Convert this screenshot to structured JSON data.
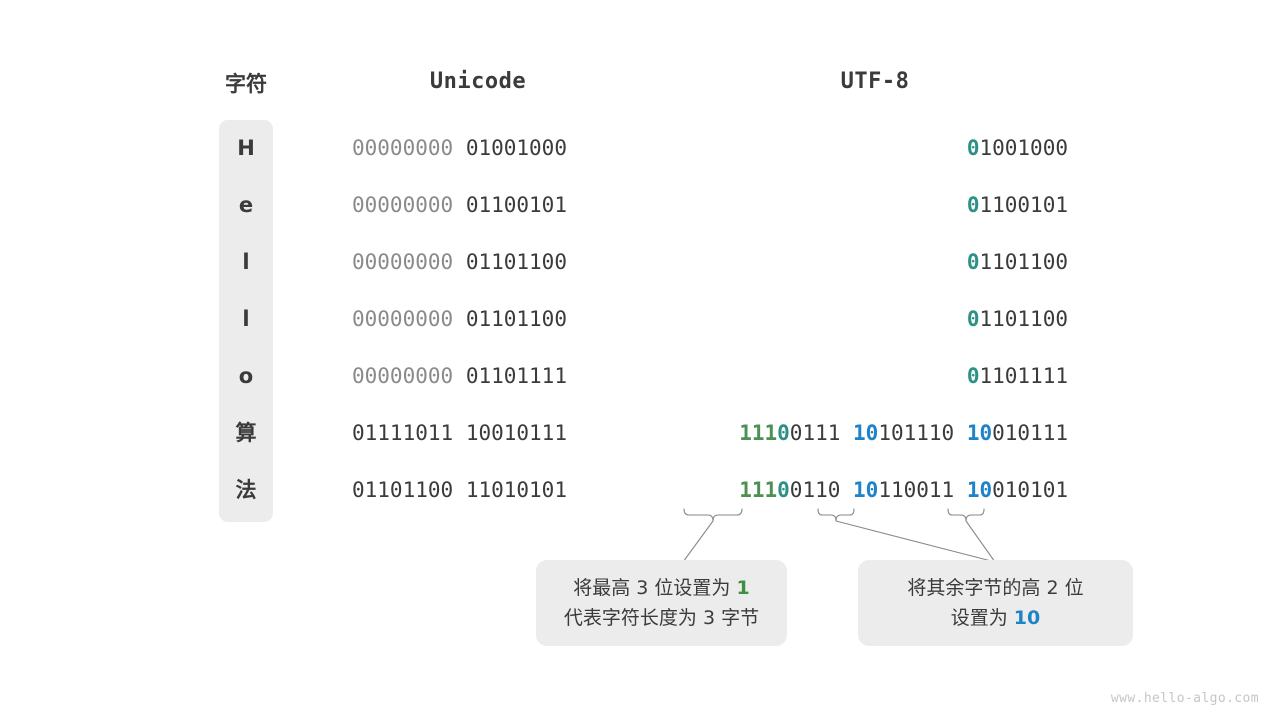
{
  "headers": {
    "char": "字符",
    "unicode": "Unicode",
    "utf8": "UTF-8"
  },
  "colors": {
    "dim_byte": "#8a8a8a",
    "dark_byte": "#3b3b3b",
    "teal_prefix": "#2e9186",
    "green_prefix": "#4e8f54",
    "blue_prefix": "#1f83c8",
    "box_background": "#ececec",
    "connector_line": "#8a8a8a",
    "watermark": "#c6c6c6"
  },
  "rows": [
    {
      "char": "H",
      "unicode": {
        "high": "00000000",
        "low": "01001000"
      },
      "utf8": {
        "kind": "ascii",
        "prefix": "0",
        "rest": "1001000"
      }
    },
    {
      "char": "e",
      "unicode": {
        "high": "00000000",
        "low": "01100101"
      },
      "utf8": {
        "kind": "ascii",
        "prefix": "0",
        "rest": "1100101"
      }
    },
    {
      "char": "l",
      "unicode": {
        "high": "00000000",
        "low": "01101100"
      },
      "utf8": {
        "kind": "ascii",
        "prefix": "0",
        "rest": "1101100"
      }
    },
    {
      "char": "l",
      "unicode": {
        "high": "00000000",
        "low": "01101100"
      },
      "utf8": {
        "kind": "ascii",
        "prefix": "0",
        "rest": "1101100"
      }
    },
    {
      "char": "o",
      "unicode": {
        "high": "00000000",
        "low": "01101111"
      },
      "utf8": {
        "kind": "ascii",
        "prefix": "0",
        "rest": "1101111"
      }
    },
    {
      "char": "算",
      "unicode": {
        "high": "01111011",
        "low": "10010111"
      },
      "utf8": {
        "kind": "multibyte",
        "byte1_green": "111",
        "byte1_teal": "0",
        "byte1_rest": "0111",
        "byte2_blue": "10",
        "byte2_rest": "101110",
        "byte3_blue": "10",
        "byte3_rest": "010111"
      }
    },
    {
      "char": "法",
      "unicode": {
        "high": "01101100",
        "low": "11010101"
      },
      "utf8": {
        "kind": "multibyte",
        "byte1_green": "111",
        "byte1_teal": "0",
        "byte1_rest": "0110",
        "byte2_blue": "10",
        "byte2_rest": "110011",
        "byte3_blue": "10",
        "byte3_rest": "010101"
      }
    }
  ],
  "notes": [
    {
      "id": "note-high-bits",
      "line1_a": "将最高 3 位设置为 ",
      "line1_em": "1",
      "line2": "代表字符长度为 3 字节"
    },
    {
      "id": "note-continuation-bits",
      "line1": "将其余字节的高 2 位",
      "line2_a": "设置为 ",
      "line2_em": "10"
    }
  ],
  "watermark": "www.hello-algo.com"
}
